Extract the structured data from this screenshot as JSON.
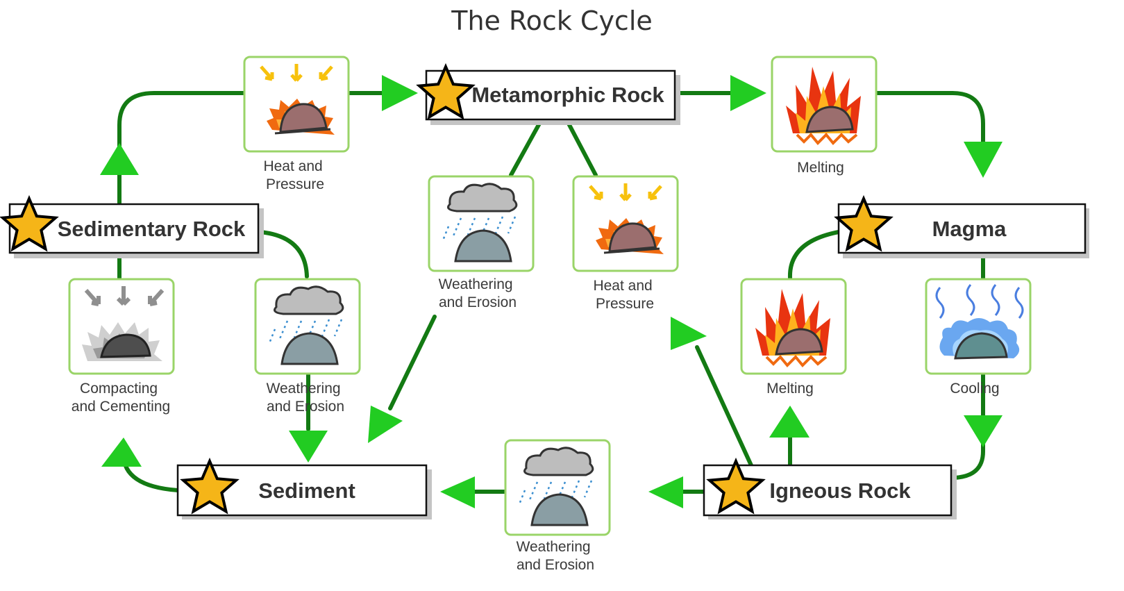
{
  "title": "The Rock Cycle",
  "nodes": {
    "metamorphic": "Metamorphic Rock",
    "sedimentary": "Sedimentary Rock",
    "magma": "Magma",
    "sediment": "Sediment",
    "igneous": "Igneous Rock"
  },
  "processes": {
    "heat_pressure_top": [
      "Heat and",
      "Pressure"
    ],
    "melting_top": [
      "Melting"
    ],
    "weathering_center": [
      "Weathering",
      "and Erosion"
    ],
    "heat_pressure_center": [
      "Heat and",
      "Pressure"
    ],
    "compacting": [
      "Compacting",
      "and Cementing"
    ],
    "weathering_left": [
      "Weathering",
      "and Erosion"
    ],
    "melting_right": [
      "Melting"
    ],
    "cooling": [
      "Cooling"
    ],
    "weathering_bottom": [
      "Weathering",
      "and Erosion"
    ]
  },
  "icons": {
    "heat_pressure": "rock-under-heat-pressure-icon",
    "melting": "melting-rock-fire-icon",
    "weathering": "rain-cloud-rock-icon",
    "compacting": "compacting-rock-icon",
    "cooling": "cooling-rock-icon",
    "marker": "star-icon"
  },
  "colors": {
    "arrow_line": "#137a13",
    "arrow_head": "#22cc22",
    "tile_border": "#9ad468",
    "star": "#f5b518"
  }
}
